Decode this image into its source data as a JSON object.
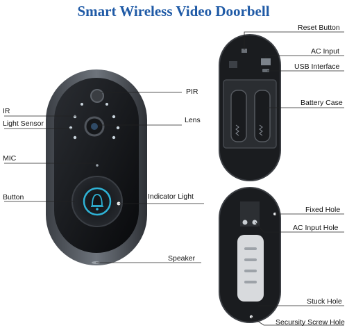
{
  "title": "Smart Wireless Video Doorbell",
  "labels": {
    "reset_button": "Reset Button",
    "ac_input": "AC Input",
    "usb_interface": "USB Interface",
    "battery_case": "Battery Case",
    "pir": "PIR",
    "ir": "IR",
    "light_sensor": "Light Sensor",
    "lens": "Lens",
    "mic": "MIC",
    "button": "Button",
    "indicator_light": "Indicator Light",
    "speaker": "Speaker",
    "fixed_hole": "Fixed Hole",
    "ac_input_hole": "AC Input Hole",
    "stuck_hole": "Stuck Hole",
    "security_screw_hole": "Secursity Screw Hole"
  },
  "colors": {
    "title": "#1f5aa6",
    "device_body": "#1b1d21",
    "device_frame": "#5a6068",
    "button_ring": "#2fb3d6"
  }
}
